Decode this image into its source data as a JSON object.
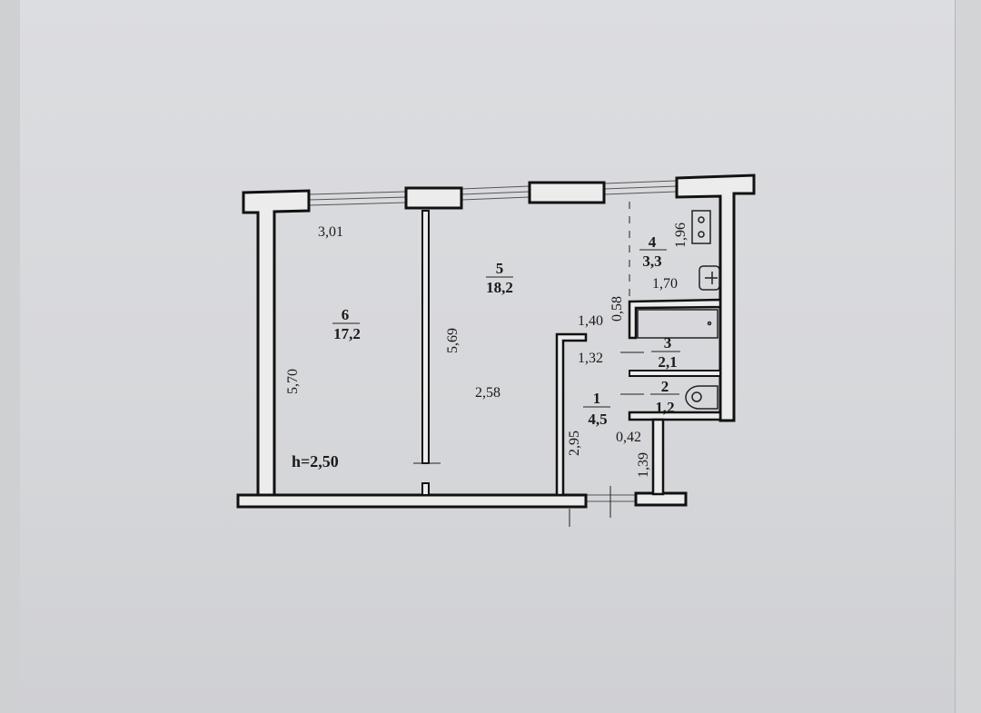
{
  "plan": {
    "ceiling_height": "h=2,50",
    "rooms": [
      {
        "number": "1",
        "area": "4,5"
      },
      {
        "number": "2",
        "area": "1,2"
      },
      {
        "number": "3",
        "area": "2,1"
      },
      {
        "number": "4",
        "area": "3,3"
      },
      {
        "number": "5",
        "area": "18,2"
      },
      {
        "number": "6",
        "area": "17,2"
      }
    ],
    "dimensions": {
      "room6_width": "3,01",
      "room6_length": "5,70",
      "room5_length": "5,69",
      "room5_width": "2,58",
      "room4_length": "1,96",
      "room4_width": "1,70",
      "hall_a": "1,40",
      "hall_b": "0,58",
      "hall_c": "1,32",
      "hall_length": "2,95",
      "hall_d": "0,42",
      "hall_e": "1,39"
    }
  }
}
